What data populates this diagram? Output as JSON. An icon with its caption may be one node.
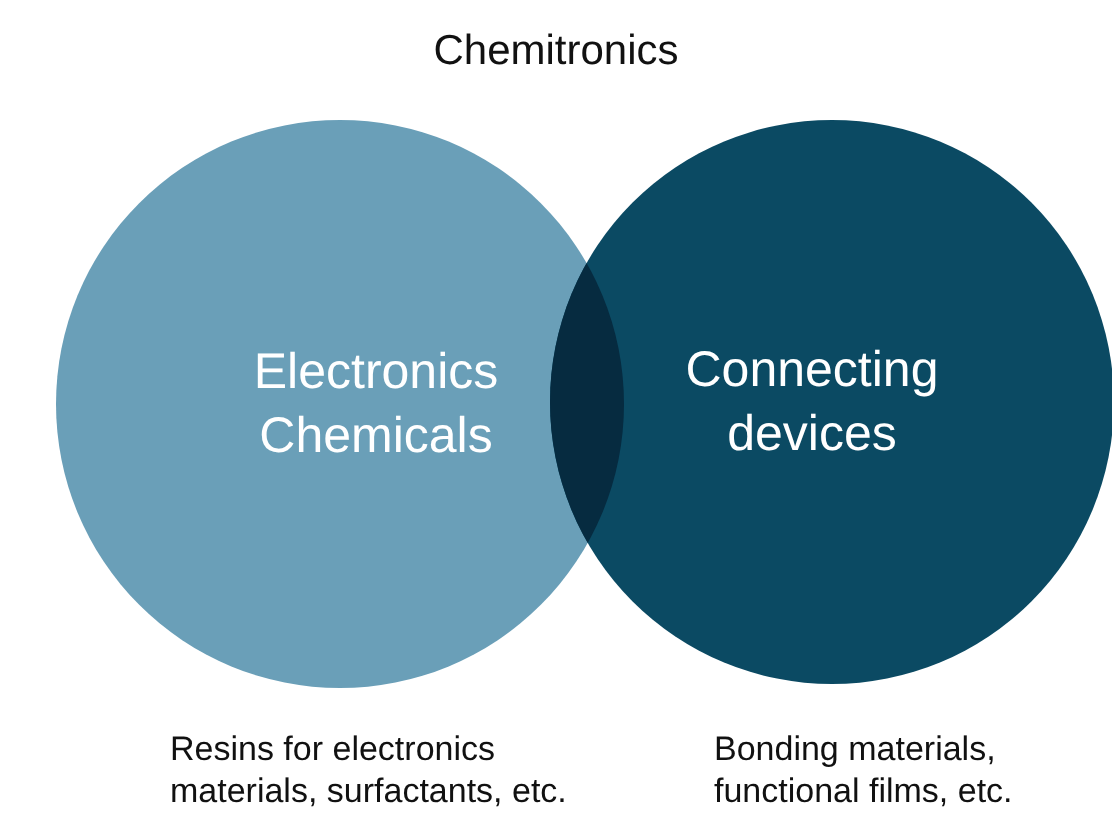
{
  "diagram": {
    "title": "Chemitronics",
    "nodes": [
      {
        "text": [
          "Electronics Chemicals"
        ],
        "beside": [
          "Resins for electronics materials, surfactants, etc."
        ]
      },
      {
        "text": [
          "Connecting devices"
        ],
        "beside": [
          "Bonding materials, functional films, etc."
        ]
      }
    ]
  }
}
